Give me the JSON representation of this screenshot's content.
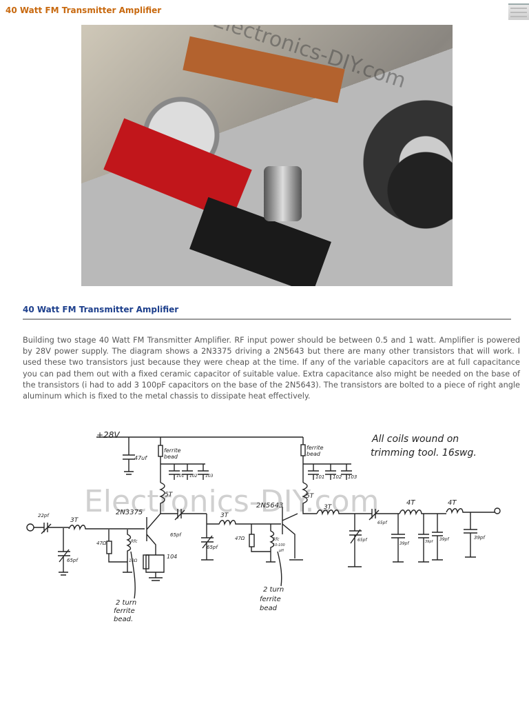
{
  "page": {
    "title": "40 Watt FM Transmitter Amplifier"
  },
  "photo": {
    "watermark": "Electronics-DIY.com"
  },
  "article": {
    "heading": "40 Watt FM Transmitter Amplifier",
    "body": "Building two stage 40 Watt FM Transmitter Amplifier. RF input power should be between 0.5 and 1 watt. Amplifier is powered by 28V power supply. The diagram shows a 2N3375 driving a 2N5643 but there are many other transistors that will work. I used these two transistors just because they were cheap at the time. If any of the variable capacitors are at full capacitance you can pad them out with a fixed ceramic capacitor of suitable value. Extra capacitance also might be needed on the base of the transistors (i had to add 3 100pF capacitors on the base of the 2N5643). The transistors are bolted to a piece of right angle aluminum which is fixed to the metal chassis to dissipate heat effectively."
  },
  "schematic": {
    "watermark": "Electronics-DIY.com",
    "supply": "+28V",
    "note_line1": "All coils wound on",
    "note_line2": "trimming tool. 16swg.",
    "c_supply": "47uf",
    "bead1": "ferrite",
    "bead1b": "bead",
    "bead2": "ferrite",
    "bead2b": "bead",
    "dec1": [
      "101",
      "102",
      "103"
    ],
    "dec2": [
      "101",
      "102",
      "103"
    ],
    "coil_5t_1": "5T",
    "coil_5t_2": "5T",
    "t1": "2N3375",
    "t2": "2N5643",
    "c_in": "22pf",
    "coil_in": "3T",
    "c_in_shunt": "65pf",
    "r1": "47Ω",
    "rfc1": "Rfc",
    "r_e": "10Ω",
    "c_e": "104",
    "c_couple": "65pf",
    "c_mid_shunt": "65pf",
    "coil_mid": "3T",
    "r2": "47Ω",
    "rfc2": "Rfc",
    "rfc2_val": "10-100",
    "rfc2_unit": "µH",
    "coil_out1": "3T",
    "c_out_shunt": "65pf",
    "c_out_series": "65pf",
    "coil_4t_1": "4T",
    "coil_4t_2": "4T",
    "c39": [
      "39pf",
      "39pf",
      "39pf",
      "39pf"
    ],
    "fb1": [
      "2 turn",
      "ferrite",
      "bead."
    ],
    "fb2": [
      "2 turn",
      "ferrite",
      "bead"
    ]
  }
}
